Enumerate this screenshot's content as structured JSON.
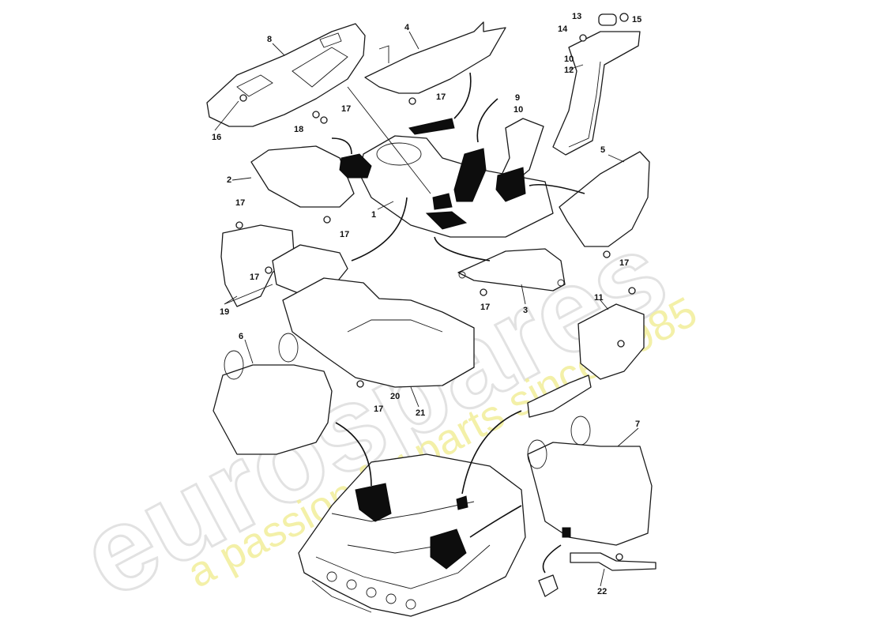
{
  "watermark": {
    "brand": "eurospares",
    "tagline": "a passion for parts since 1985"
  },
  "callouts": {
    "c1": "1",
    "c2": "2",
    "c3": "3",
    "c4": "4",
    "c5": "5",
    "c6": "6",
    "c7": "7",
    "c8": "8",
    "c9": "9",
    "c10a": "10",
    "c10b": "10",
    "c11": "11",
    "c12": "12",
    "c13": "13",
    "c14": "14",
    "c15": "15",
    "c16": "16",
    "c17a": "17",
    "c17b": "17",
    "c17c": "17",
    "c17d": "17",
    "c17e": "17",
    "c17f": "17",
    "c17g": "17",
    "c17h": "17",
    "c18": "18",
    "c19": "19",
    "c20": "20",
    "c21": "21",
    "c22": "22"
  }
}
